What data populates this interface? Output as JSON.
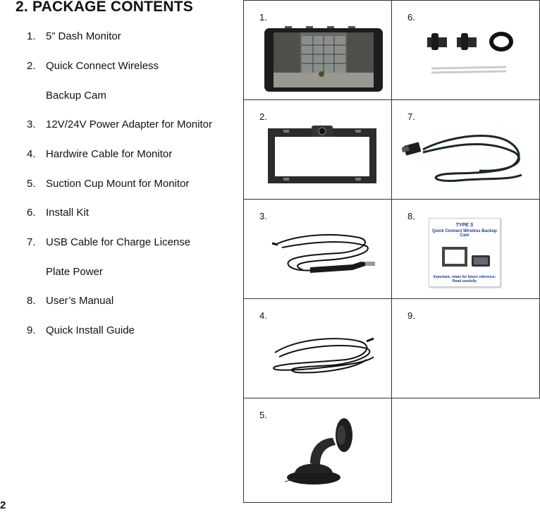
{
  "section_title": "2. PACKAGE CONTENTS",
  "items": [
    {
      "num": "1.",
      "text": "5” Dash Monitor"
    },
    {
      "num": "2.",
      "text": "Quick Connect Wireless"
    },
    {
      "num": "",
      "text": "Backup Cam"
    },
    {
      "num": "3.",
      "text": "12V/24V Power Adapter for Monitor"
    },
    {
      "num": "4.",
      "text": "Hardwire Cable for Monitor"
    },
    {
      "num": "5.",
      "text": "Suction Cup Mount for Monitor"
    },
    {
      "num": "6.",
      "text": "Install Kit"
    },
    {
      "num": "7.",
      "text": "USB Cable for Charge License"
    },
    {
      "num": "",
      "text": "Plate Power"
    },
    {
      "num": "8.",
      "text": "User’s Manual"
    },
    {
      "num": "9.",
      "text": "Quick Install Guide"
    }
  ],
  "grid_labels": [
    "1.",
    "6.",
    "2.",
    "7.",
    "3.",
    "8.",
    "4.",
    "9.",
    "5."
  ],
  "manual": {
    "brand": "TYPE S",
    "title": "Quick Connect Wireless Backup Cam",
    "footer_line1": "Important, retain for future reference:",
    "footer_line2": "Read carefully"
  },
  "page_number": "2"
}
